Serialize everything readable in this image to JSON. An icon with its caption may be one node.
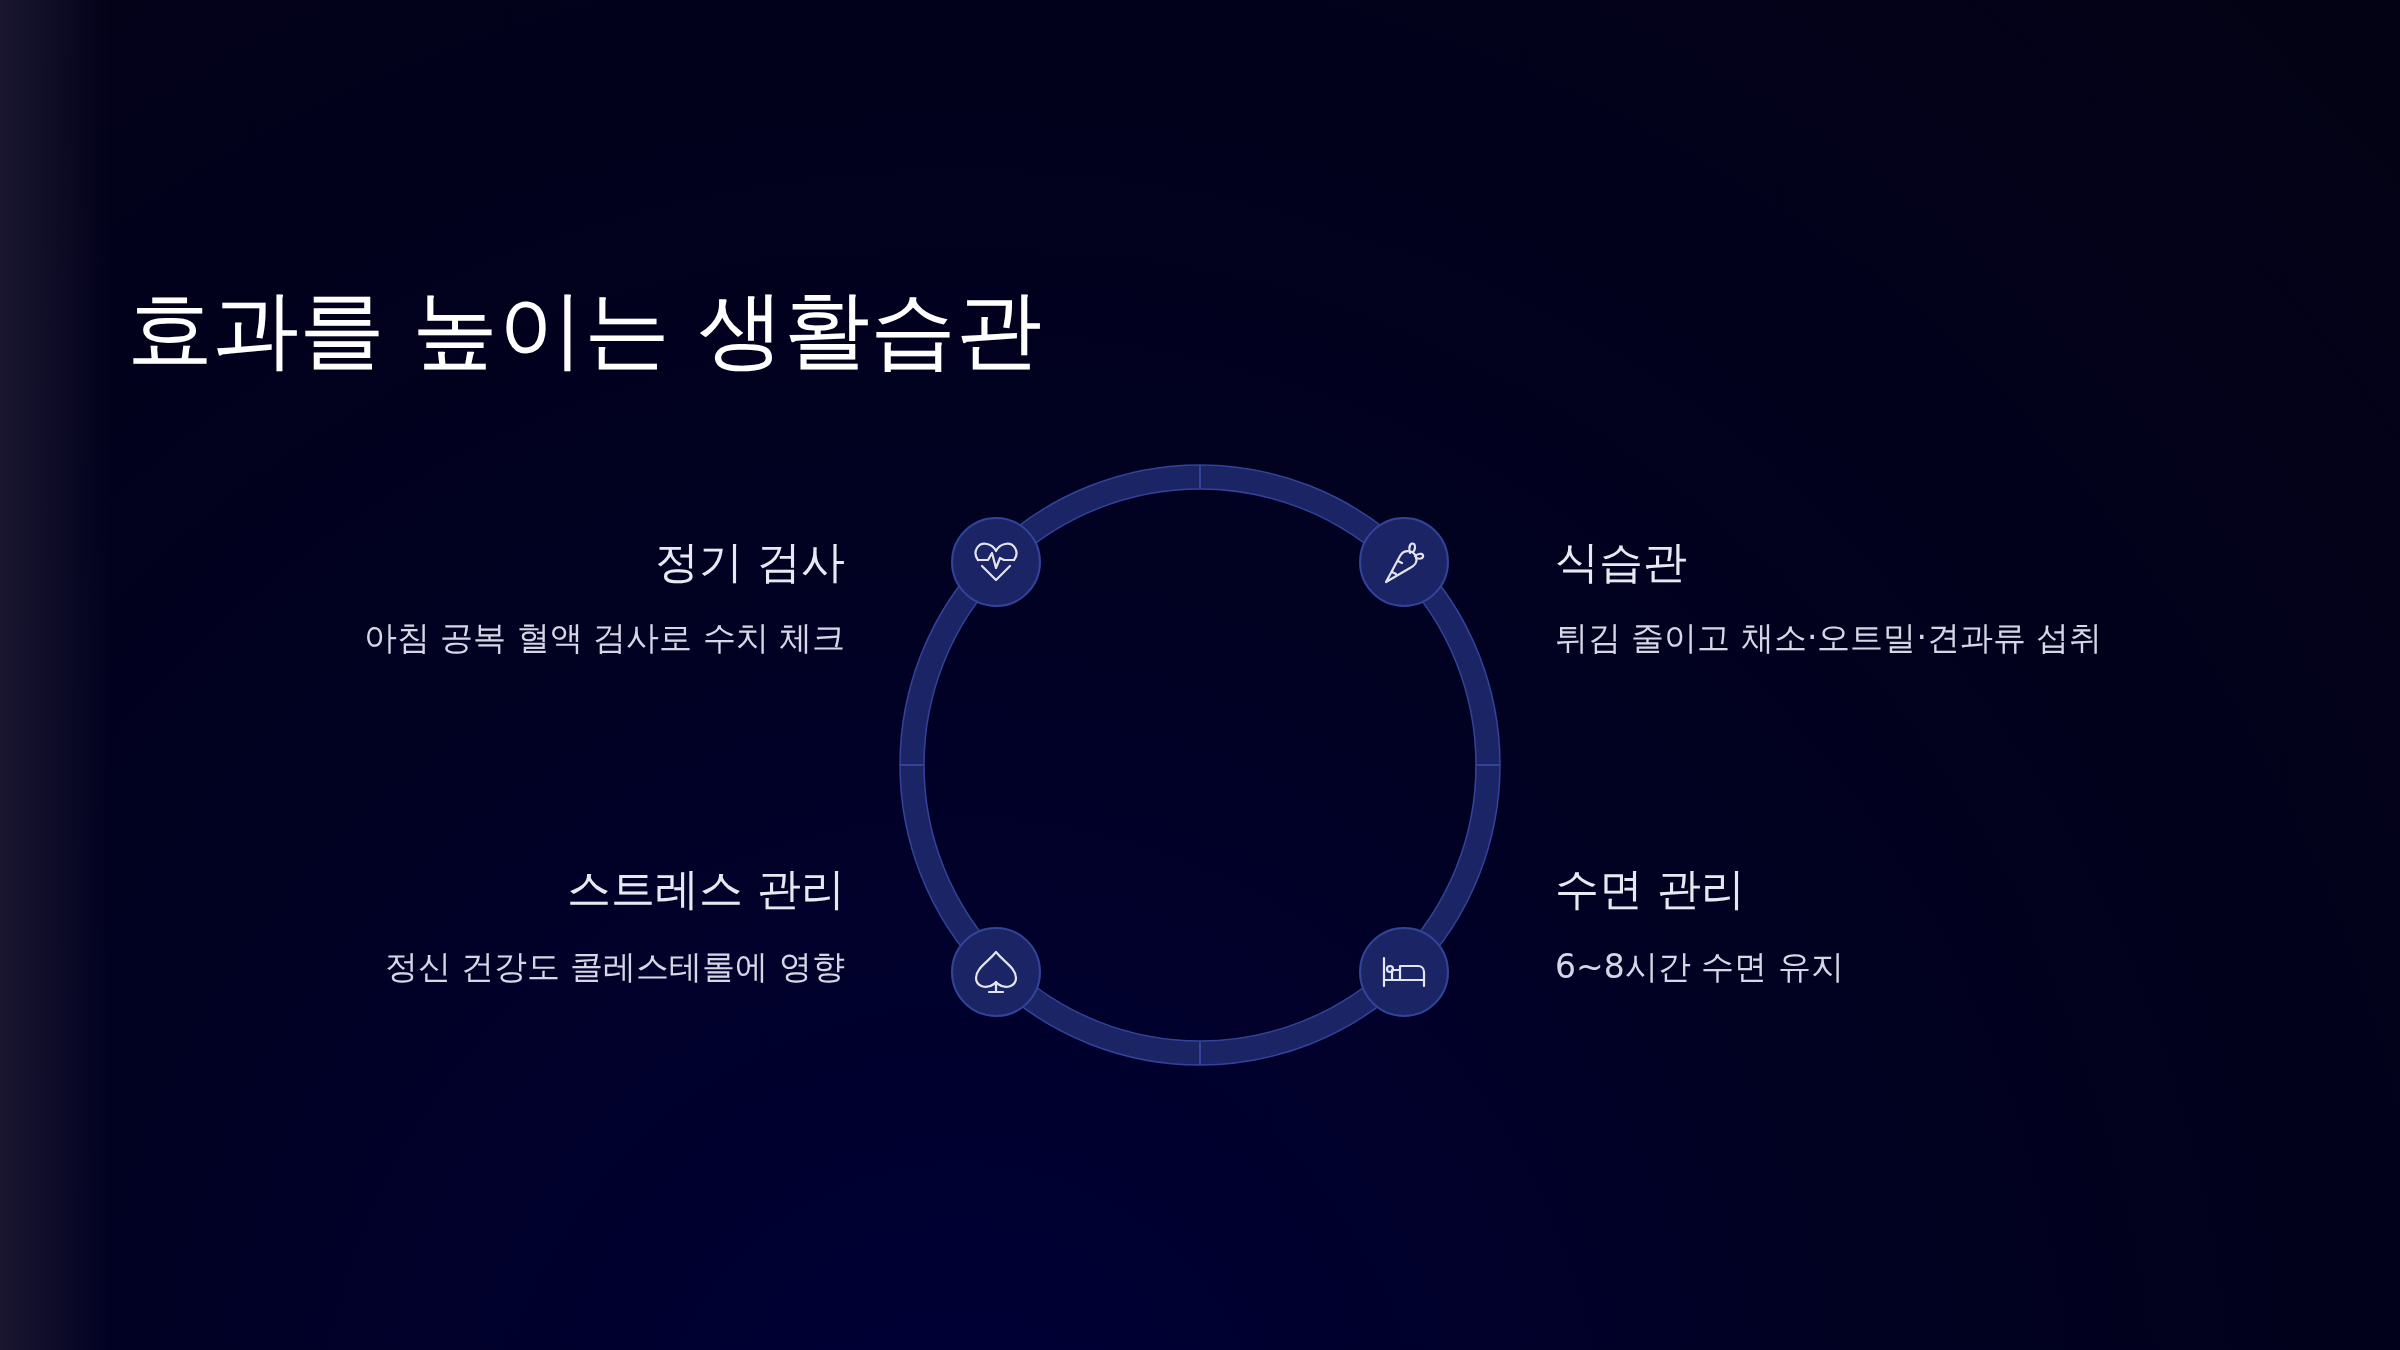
{
  "diagram": {
    "title": "효과를 높이는 생활습관",
    "labels": [
      "정기 검사",
      "아침 공복 혈액 검사로 수치 체크",
      "식습관",
      "튀김 줄이고 채소·오트밀·견과류 섭취",
      "스트레스 관리",
      "정신 건강도 콜레스테롤에 영향",
      "수면 관리",
      "6~8시간 수면 유지"
    ]
  }
}
